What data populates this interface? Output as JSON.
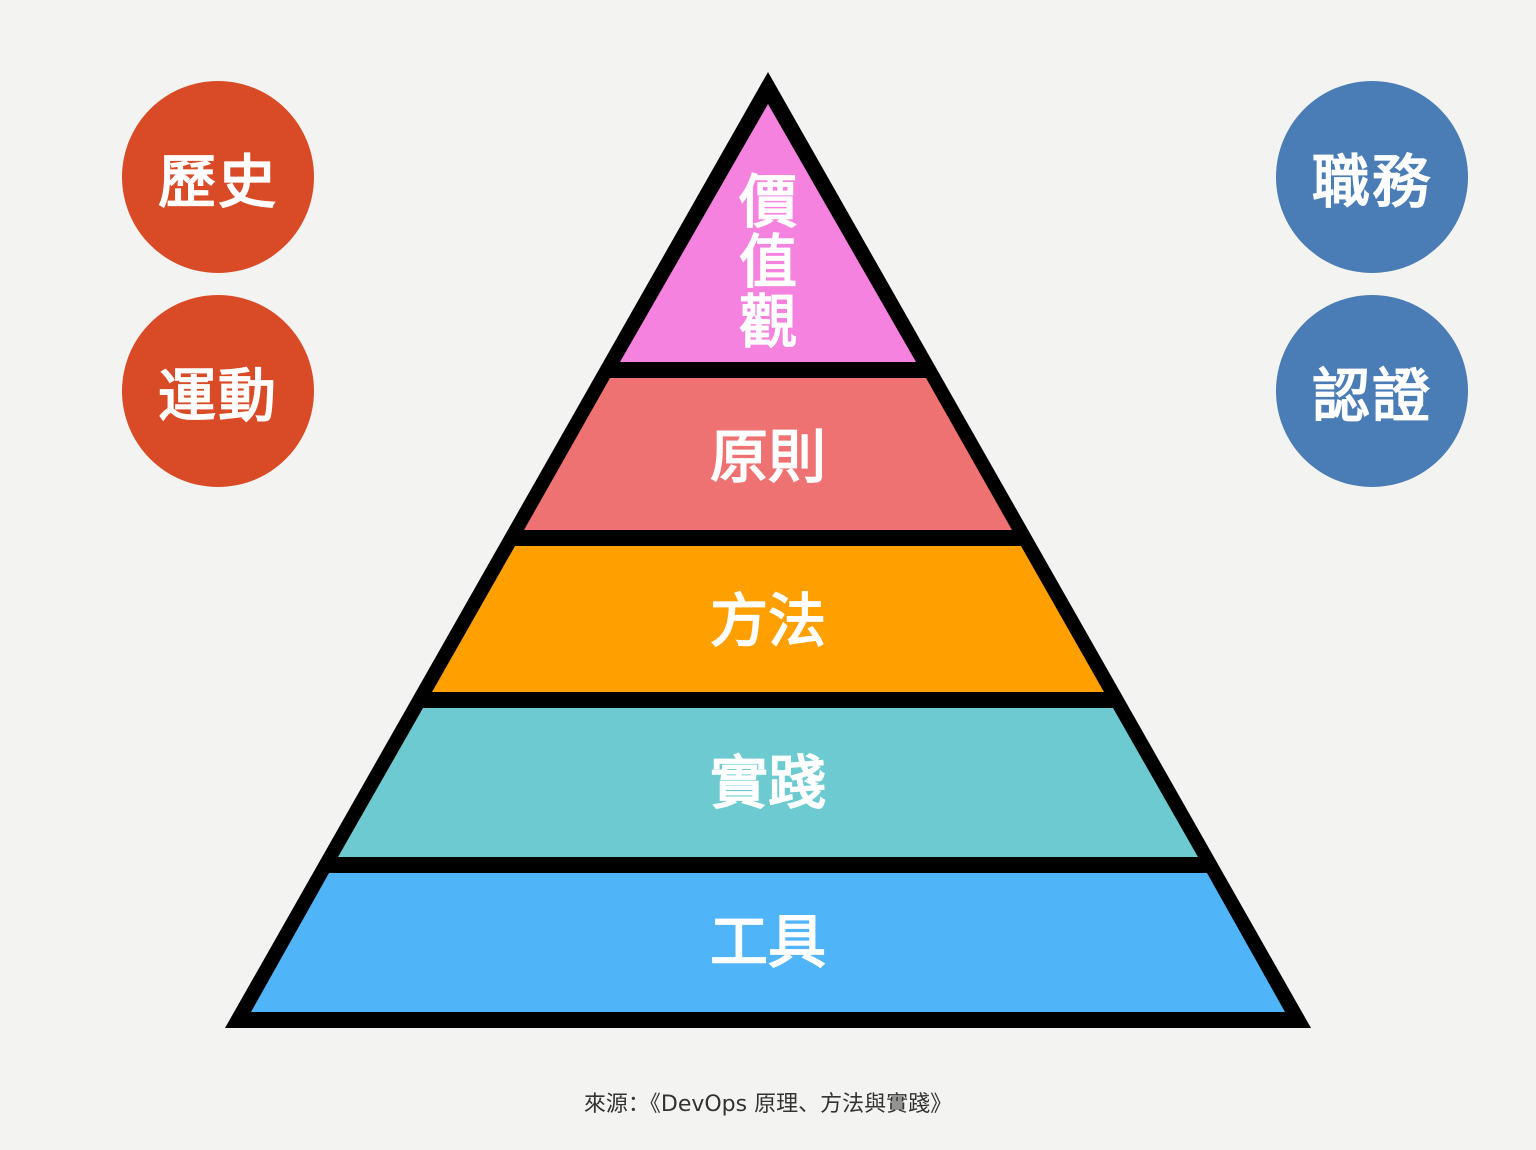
{
  "circles": [
    {
      "id": "c-history",
      "label": "歷史",
      "color": "#d94b26"
    },
    {
      "id": "c-movement",
      "label": "運動",
      "color": "#d94b26"
    },
    {
      "id": "c-job",
      "label": "職務",
      "color": "#4a7db5"
    },
    {
      "id": "c-cert",
      "label": "認證",
      "color": "#4a7db5"
    }
  ],
  "pyramid": {
    "layers": [
      {
        "label": "價值觀",
        "color": "#f582df",
        "vertical": true
      },
      {
        "label": "原則",
        "color": "#ef7273"
      },
      {
        "label": "方法",
        "color": "#ff9f00"
      },
      {
        "label": "實踐",
        "color": "#6ccad0"
      },
      {
        "label": "工具",
        "color": "#50b4f8"
      }
    ]
  },
  "source": "來源：《DevOps 原理、方法與實踐》"
}
